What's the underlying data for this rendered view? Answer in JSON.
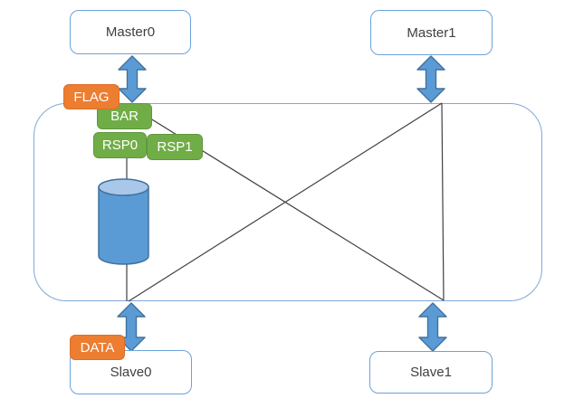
{
  "nodes": {
    "master0": "Master0",
    "master1": "Master1",
    "slave0": "Slave0",
    "slave1": "Slave1"
  },
  "tags": {
    "flag": "FLAG",
    "bar": "BAR",
    "rsp0": "RSP0",
    "rsp1": "RSP1",
    "data": "DATA"
  },
  "colors": {
    "tag_orange": "#ED7D31",
    "tag_green": "#70AD47",
    "arrow_fill": "#5B9BD5",
    "arrow_stroke": "#41719C",
    "cylinder_body": "#5B9BD5",
    "cylinder_top": "#A9C7E8",
    "cylinder_stroke": "#41719C",
    "node_border": "#6BA2DB",
    "bus_border": "#7FA8D8",
    "connector_line": "#404040",
    "node_text": "#404040",
    "tag_text": "#FFFFFF"
  }
}
